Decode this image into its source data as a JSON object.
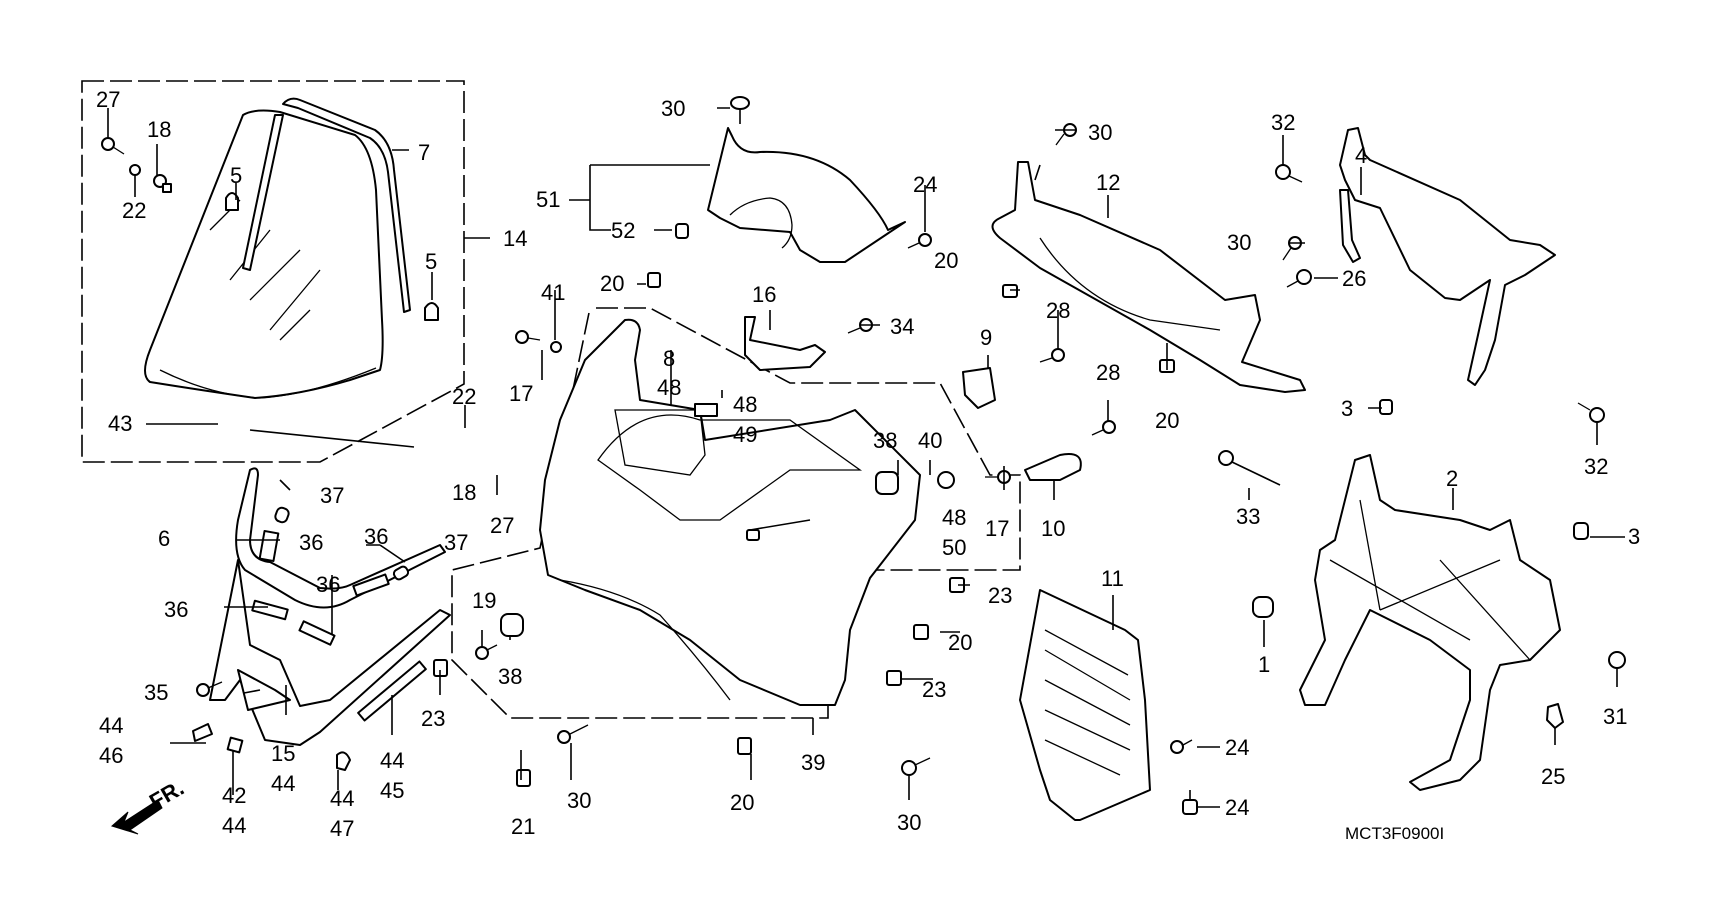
{
  "diagram": {
    "type": "exploded-parts-diagram",
    "subject": "Front cowl / windscreen / cowl stay assembly",
    "diagram_code": "MCT3F0900I",
    "direction_marker": "FR.",
    "callouts": [
      {
        "id": "c27a",
        "label": "27"
      },
      {
        "id": "c18a",
        "label": "18"
      },
      {
        "id": "c22a",
        "label": "22"
      },
      {
        "id": "c5a",
        "label": "5"
      },
      {
        "id": "c7",
        "label": "7"
      },
      {
        "id": "c5b",
        "label": "5"
      },
      {
        "id": "c14",
        "label": "14"
      },
      {
        "id": "c43",
        "label": "43"
      },
      {
        "id": "c22b",
        "label": "22"
      },
      {
        "id": "c18b",
        "label": "18"
      },
      {
        "id": "c27b",
        "label": "27"
      },
      {
        "id": "c30a",
        "label": "30"
      },
      {
        "id": "c51",
        "label": "51"
      },
      {
        "id": "c52",
        "label": "52"
      },
      {
        "id": "c24a",
        "label": "24"
      },
      {
        "id": "c20a",
        "label": "20"
      },
      {
        "id": "c41",
        "label": "41"
      },
      {
        "id": "c16",
        "label": "16"
      },
      {
        "id": "c34",
        "label": "34"
      },
      {
        "id": "c17a",
        "label": "17"
      },
      {
        "id": "c8",
        "label": "8"
      },
      {
        "id": "c48a",
        "label": "48"
      },
      {
        "id": "c48b",
        "label": "48"
      },
      {
        "id": "c49",
        "label": "49"
      },
      {
        "id": "c38a",
        "label": "38"
      },
      {
        "id": "c40",
        "label": "40"
      },
      {
        "id": "c17b",
        "label": "17"
      },
      {
        "id": "c48c",
        "label": "48"
      },
      {
        "id": "c50",
        "label": "50"
      },
      {
        "id": "c37a",
        "label": "37"
      },
      {
        "id": "c6",
        "label": "6"
      },
      {
        "id": "c36a",
        "label": "36"
      },
      {
        "id": "c36b",
        "label": "36"
      },
      {
        "id": "c37b",
        "label": "37"
      },
      {
        "id": "c36c",
        "label": "36"
      },
      {
        "id": "c36d",
        "label": "36"
      },
      {
        "id": "c35",
        "label": "35"
      },
      {
        "id": "c15",
        "label": "15"
      },
      {
        "id": "c44a",
        "label": "44"
      },
      {
        "id": "c44b",
        "label": "44"
      },
      {
        "id": "c46",
        "label": "46"
      },
      {
        "id": "c42",
        "label": "42"
      },
      {
        "id": "c44c",
        "label": "44"
      },
      {
        "id": "c44d",
        "label": "44"
      },
      {
        "id": "c47",
        "label": "47"
      },
      {
        "id": "c44e",
        "label": "44"
      },
      {
        "id": "c45",
        "label": "45"
      },
      {
        "id": "c23a",
        "label": "23"
      },
      {
        "id": "c19",
        "label": "19"
      },
      {
        "id": "c38b",
        "label": "38"
      },
      {
        "id": "c21",
        "label": "21"
      },
      {
        "id": "c30b",
        "label": "30"
      },
      {
        "id": "c20b",
        "label": "20"
      },
      {
        "id": "c39",
        "label": "39"
      },
      {
        "id": "c23b",
        "label": "23"
      },
      {
        "id": "c20c",
        "label": "20"
      },
      {
        "id": "c23c",
        "label": "23"
      },
      {
        "id": "c30c",
        "label": "30"
      },
      {
        "id": "c12",
        "label": "12"
      },
      {
        "id": "c20d",
        "label": "20"
      },
      {
        "id": "c9",
        "label": "9"
      },
      {
        "id": "c28a",
        "label": "28"
      },
      {
        "id": "c28b",
        "label": "28"
      },
      {
        "id": "c10",
        "label": "10"
      },
      {
        "id": "c20e",
        "label": "20"
      },
      {
        "id": "c32a",
        "label": "32"
      },
      {
        "id": "c30d",
        "label": "30"
      },
      {
        "id": "c26",
        "label": "26"
      },
      {
        "id": "c4",
        "label": "4"
      },
      {
        "id": "c3a",
        "label": "3"
      },
      {
        "id": "c32b",
        "label": "32"
      },
      {
        "id": "c33",
        "label": "33"
      },
      {
        "id": "c2",
        "label": "2"
      },
      {
        "id": "c3b",
        "label": "3"
      },
      {
        "id": "c1",
        "label": "1"
      },
      {
        "id": "c31",
        "label": "31"
      },
      {
        "id": "c25",
        "label": "25"
      },
      {
        "id": "c11",
        "label": "11"
      },
      {
        "id": "c24b",
        "label": "24"
      },
      {
        "id": "c24c",
        "label": "24"
      },
      {
        "id": "c30e",
        "label": "30"
      }
    ]
  }
}
